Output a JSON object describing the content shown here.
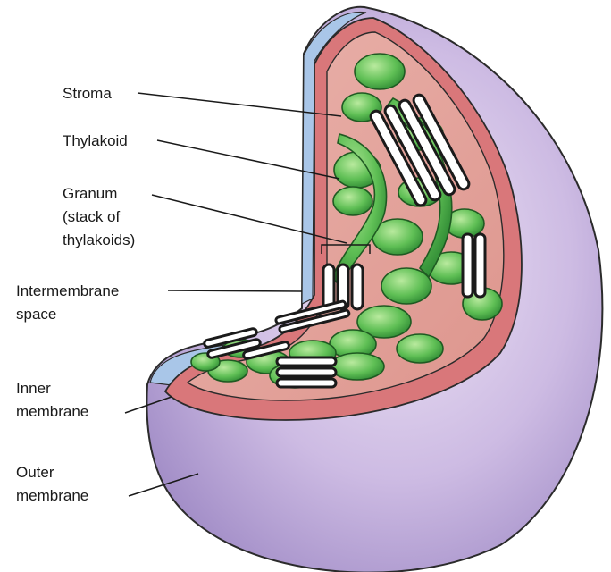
{
  "labels": {
    "stroma": "Stroma",
    "thylakoid": "Thylakoid",
    "granum": [
      "Granum",
      "(stack of",
      "thylakoids)"
    ],
    "intermembrane": [
      "Intermembrane",
      "space"
    ],
    "inner": [
      "Inner",
      "membrane"
    ],
    "outer": [
      "Outer",
      "membrane"
    ]
  },
  "colors": {
    "outer_membrane": "#b8a4d6",
    "inner_membrane": "#d9777a",
    "stroma": "#e4a49e",
    "intermembrane_space": "#a9c6e8",
    "thylakoid": "#59b64f",
    "granum_disc": "#1a1a1a"
  }
}
